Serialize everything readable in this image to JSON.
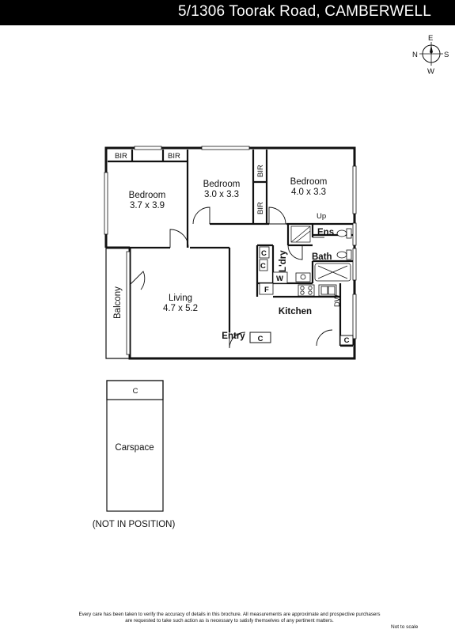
{
  "header": {
    "title": "5/1306 Toorak Road, CAMBERWELL"
  },
  "compass": {
    "n": "N",
    "s": "S",
    "e": "E",
    "w": "W"
  },
  "rooms": {
    "bedroom1": {
      "name": "Bedroom",
      "size": "3.7 x 3.9"
    },
    "bedroom2": {
      "name": "Bedroom",
      "size": "3.0 x 3.3"
    },
    "bedroom3": {
      "name": "Bedroom",
      "size": "4.0 x 3.3"
    },
    "living": {
      "name": "Living",
      "size": "4.7 x 5.2"
    },
    "balcony": "Balcony",
    "kitchen": "Kitchen",
    "entry": "Entry",
    "bath": "Bath",
    "ens": "Ens",
    "laundry": "L'dry",
    "carspace": "Carspace"
  },
  "fixtures": {
    "bir": "BIR",
    "up": "Up",
    "cupboard": "C",
    "washer": "W",
    "fridge": "F",
    "dishwasher": "DW"
  },
  "not_in_position": "(NOT IN POSITION)",
  "footer": {
    "disclaimer_line1": "Every care has been taken to verify the accuracy of details in this brochure.  All measurements are approximate and prospective purchasers",
    "disclaimer_line2": "are requested to take such action as is necessary to satisfy themselves of any pertinent matters.",
    "not_to_scale": "Not to scale"
  }
}
